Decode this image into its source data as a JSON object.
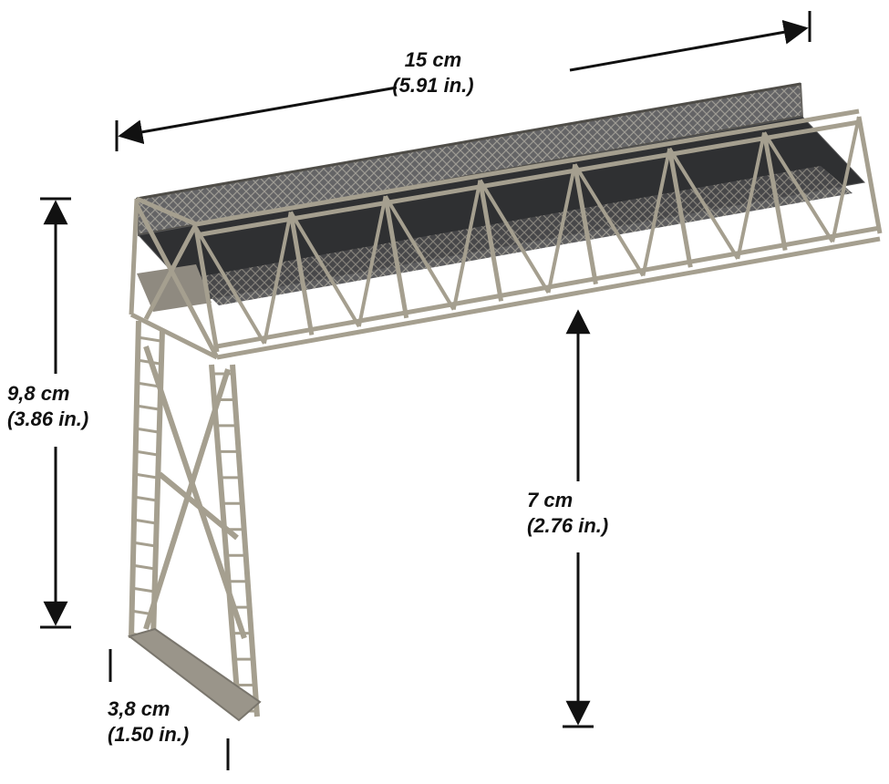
{
  "dimensions": {
    "width": {
      "metric": "15 cm",
      "imperial": "(5.91 in.)"
    },
    "height": {
      "metric": "9,8 cm",
      "imperial": "(3.86 in.)"
    },
    "clearance": {
      "metric": "7 cm",
      "imperial": "(2.76 in.)"
    },
    "depth": {
      "metric": "3,8 cm",
      "imperial": "(1.50 in.)"
    }
  },
  "colors": {
    "steel_light": "#a59f8f",
    "steel_dark": "#6d6a63",
    "deck_dark": "#3b3b3d",
    "dimension_line": "#111111"
  }
}
